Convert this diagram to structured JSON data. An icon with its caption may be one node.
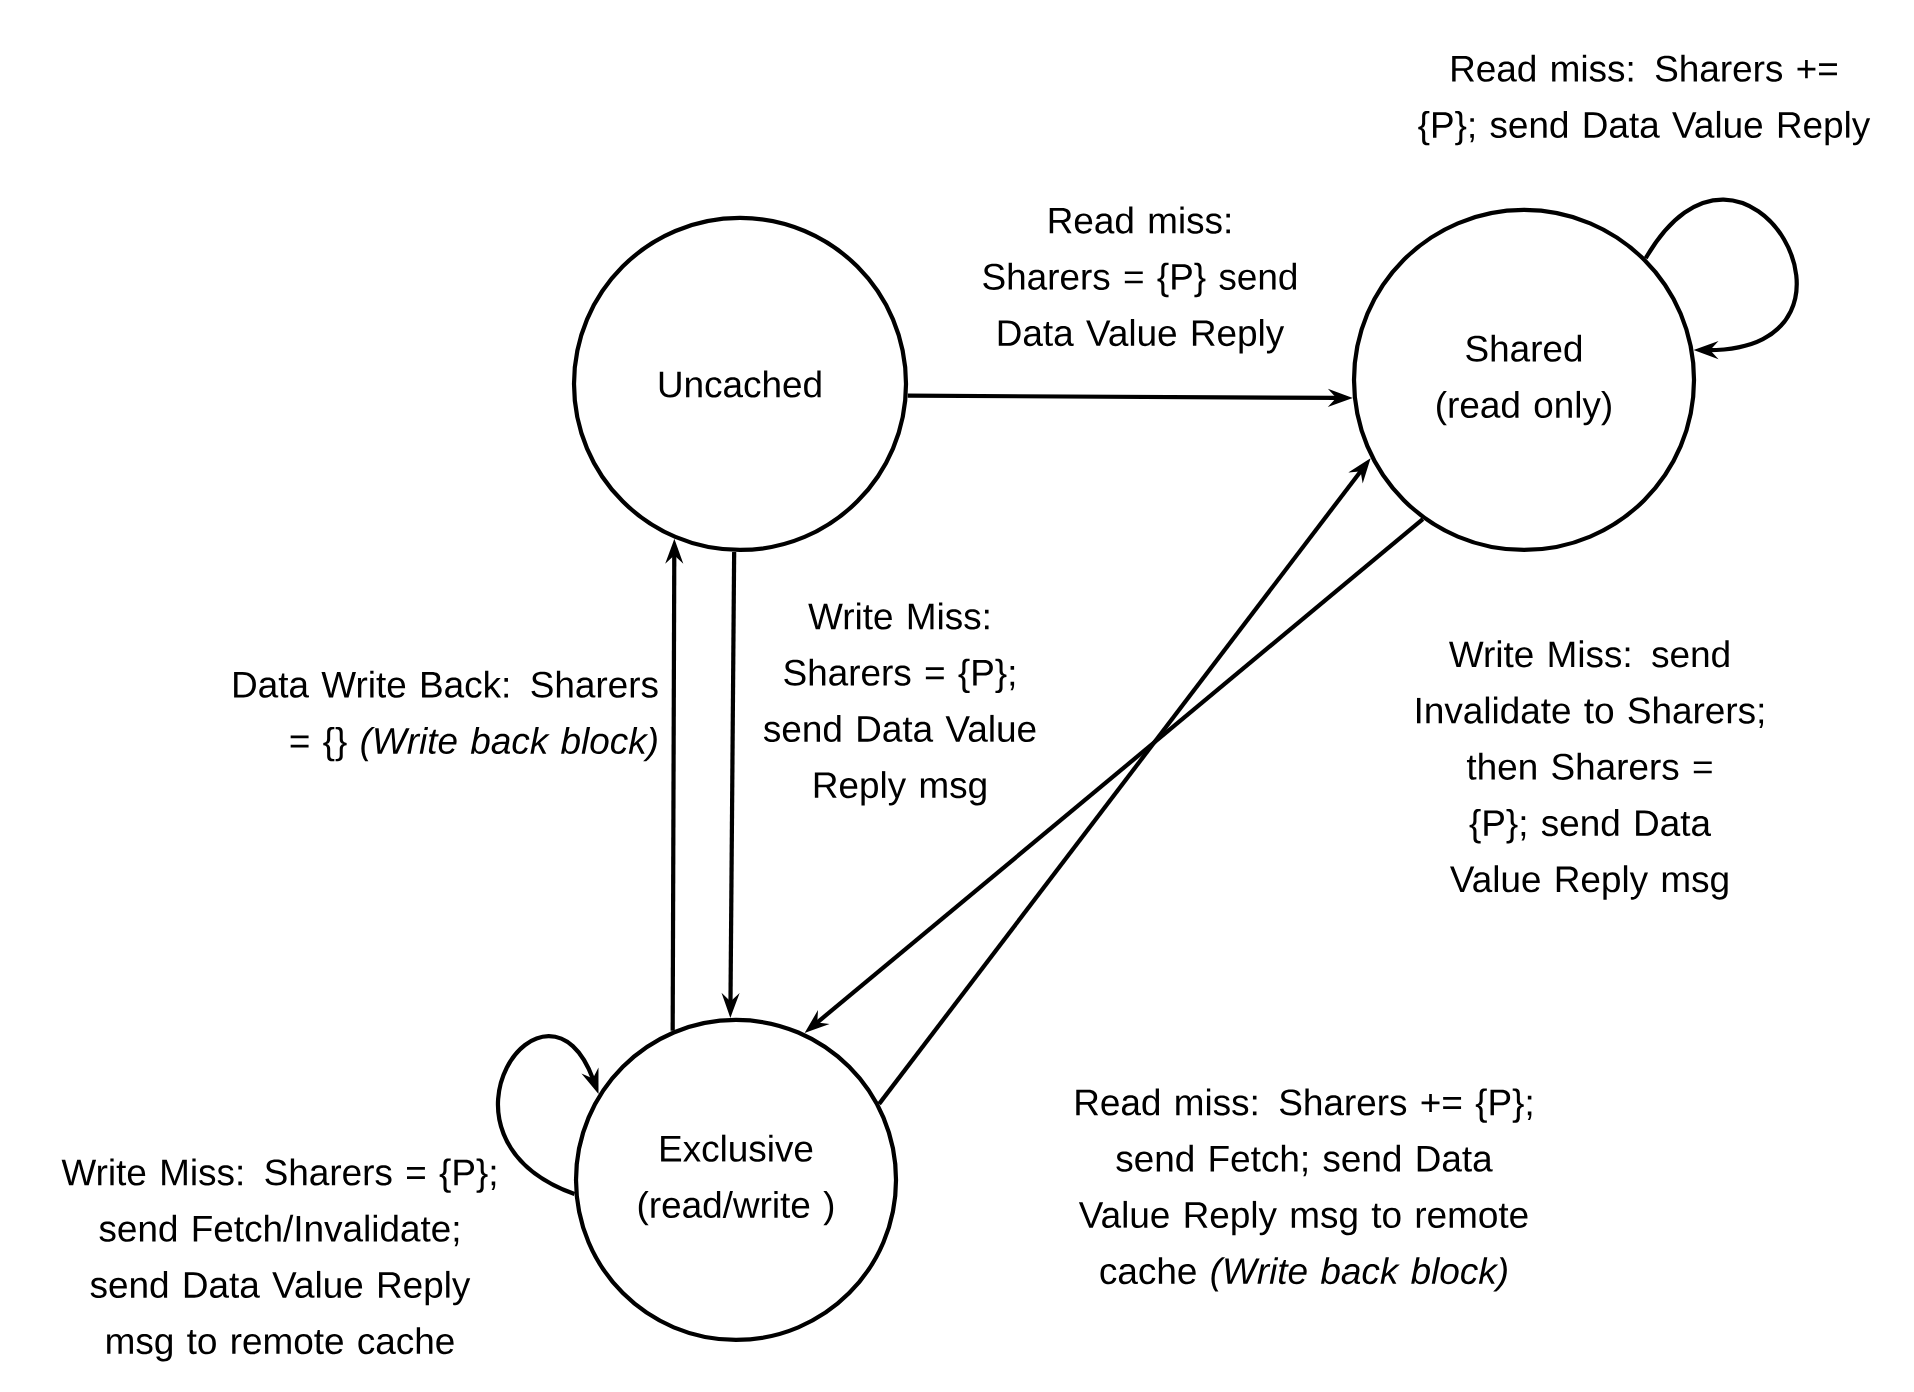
{
  "diagram": {
    "nodes": [
      {
        "text": [
          "Uncached"
        ]
      },
      {
        "text": [
          "Shared (read only)"
        ]
      },
      {
        "text": [
          "Exclusive (read/write )"
        ]
      }
    ],
    "edges": [
      {
        "from": 0,
        "to": 1,
        "arrow": "to",
        "label": "Read miss: Sharers = {P} send Data Value Reply"
      },
      {
        "from": 1,
        "to": 1,
        "arrow": "to",
        "label": "Read miss: Sharers += {P}; send Data Value Reply"
      },
      {
        "from": 2,
        "to": 0,
        "arrow": "to",
        "label": "Data Write Back: Sharers = {} *(Write back block)*"
      },
      {
        "from": 0,
        "to": 2,
        "arrow": "to",
        "label": "Write Miss: Sharers = {P}; send Data Value Reply msg"
      },
      {
        "from": 1,
        "to": 2,
        "arrow": "to",
        "label": "Write Miss: send Invalidate to Sharers; then Sharers = {P}; send Data Value Reply msg"
      },
      {
        "from": 2,
        "to": 1,
        "arrow": "to",
        "label": "Read miss: Sharers += {P}; send Fetch; send Data Value Reply msg to remote cache *(Write back block)*"
      },
      {
        "from": 2,
        "to": 2,
        "arrow": "to",
        "label": "Write Miss: Sharers = {P}; send Fetch/Invalidate; send Data Value Reply msg to remote cache"
      }
    ]
  }
}
